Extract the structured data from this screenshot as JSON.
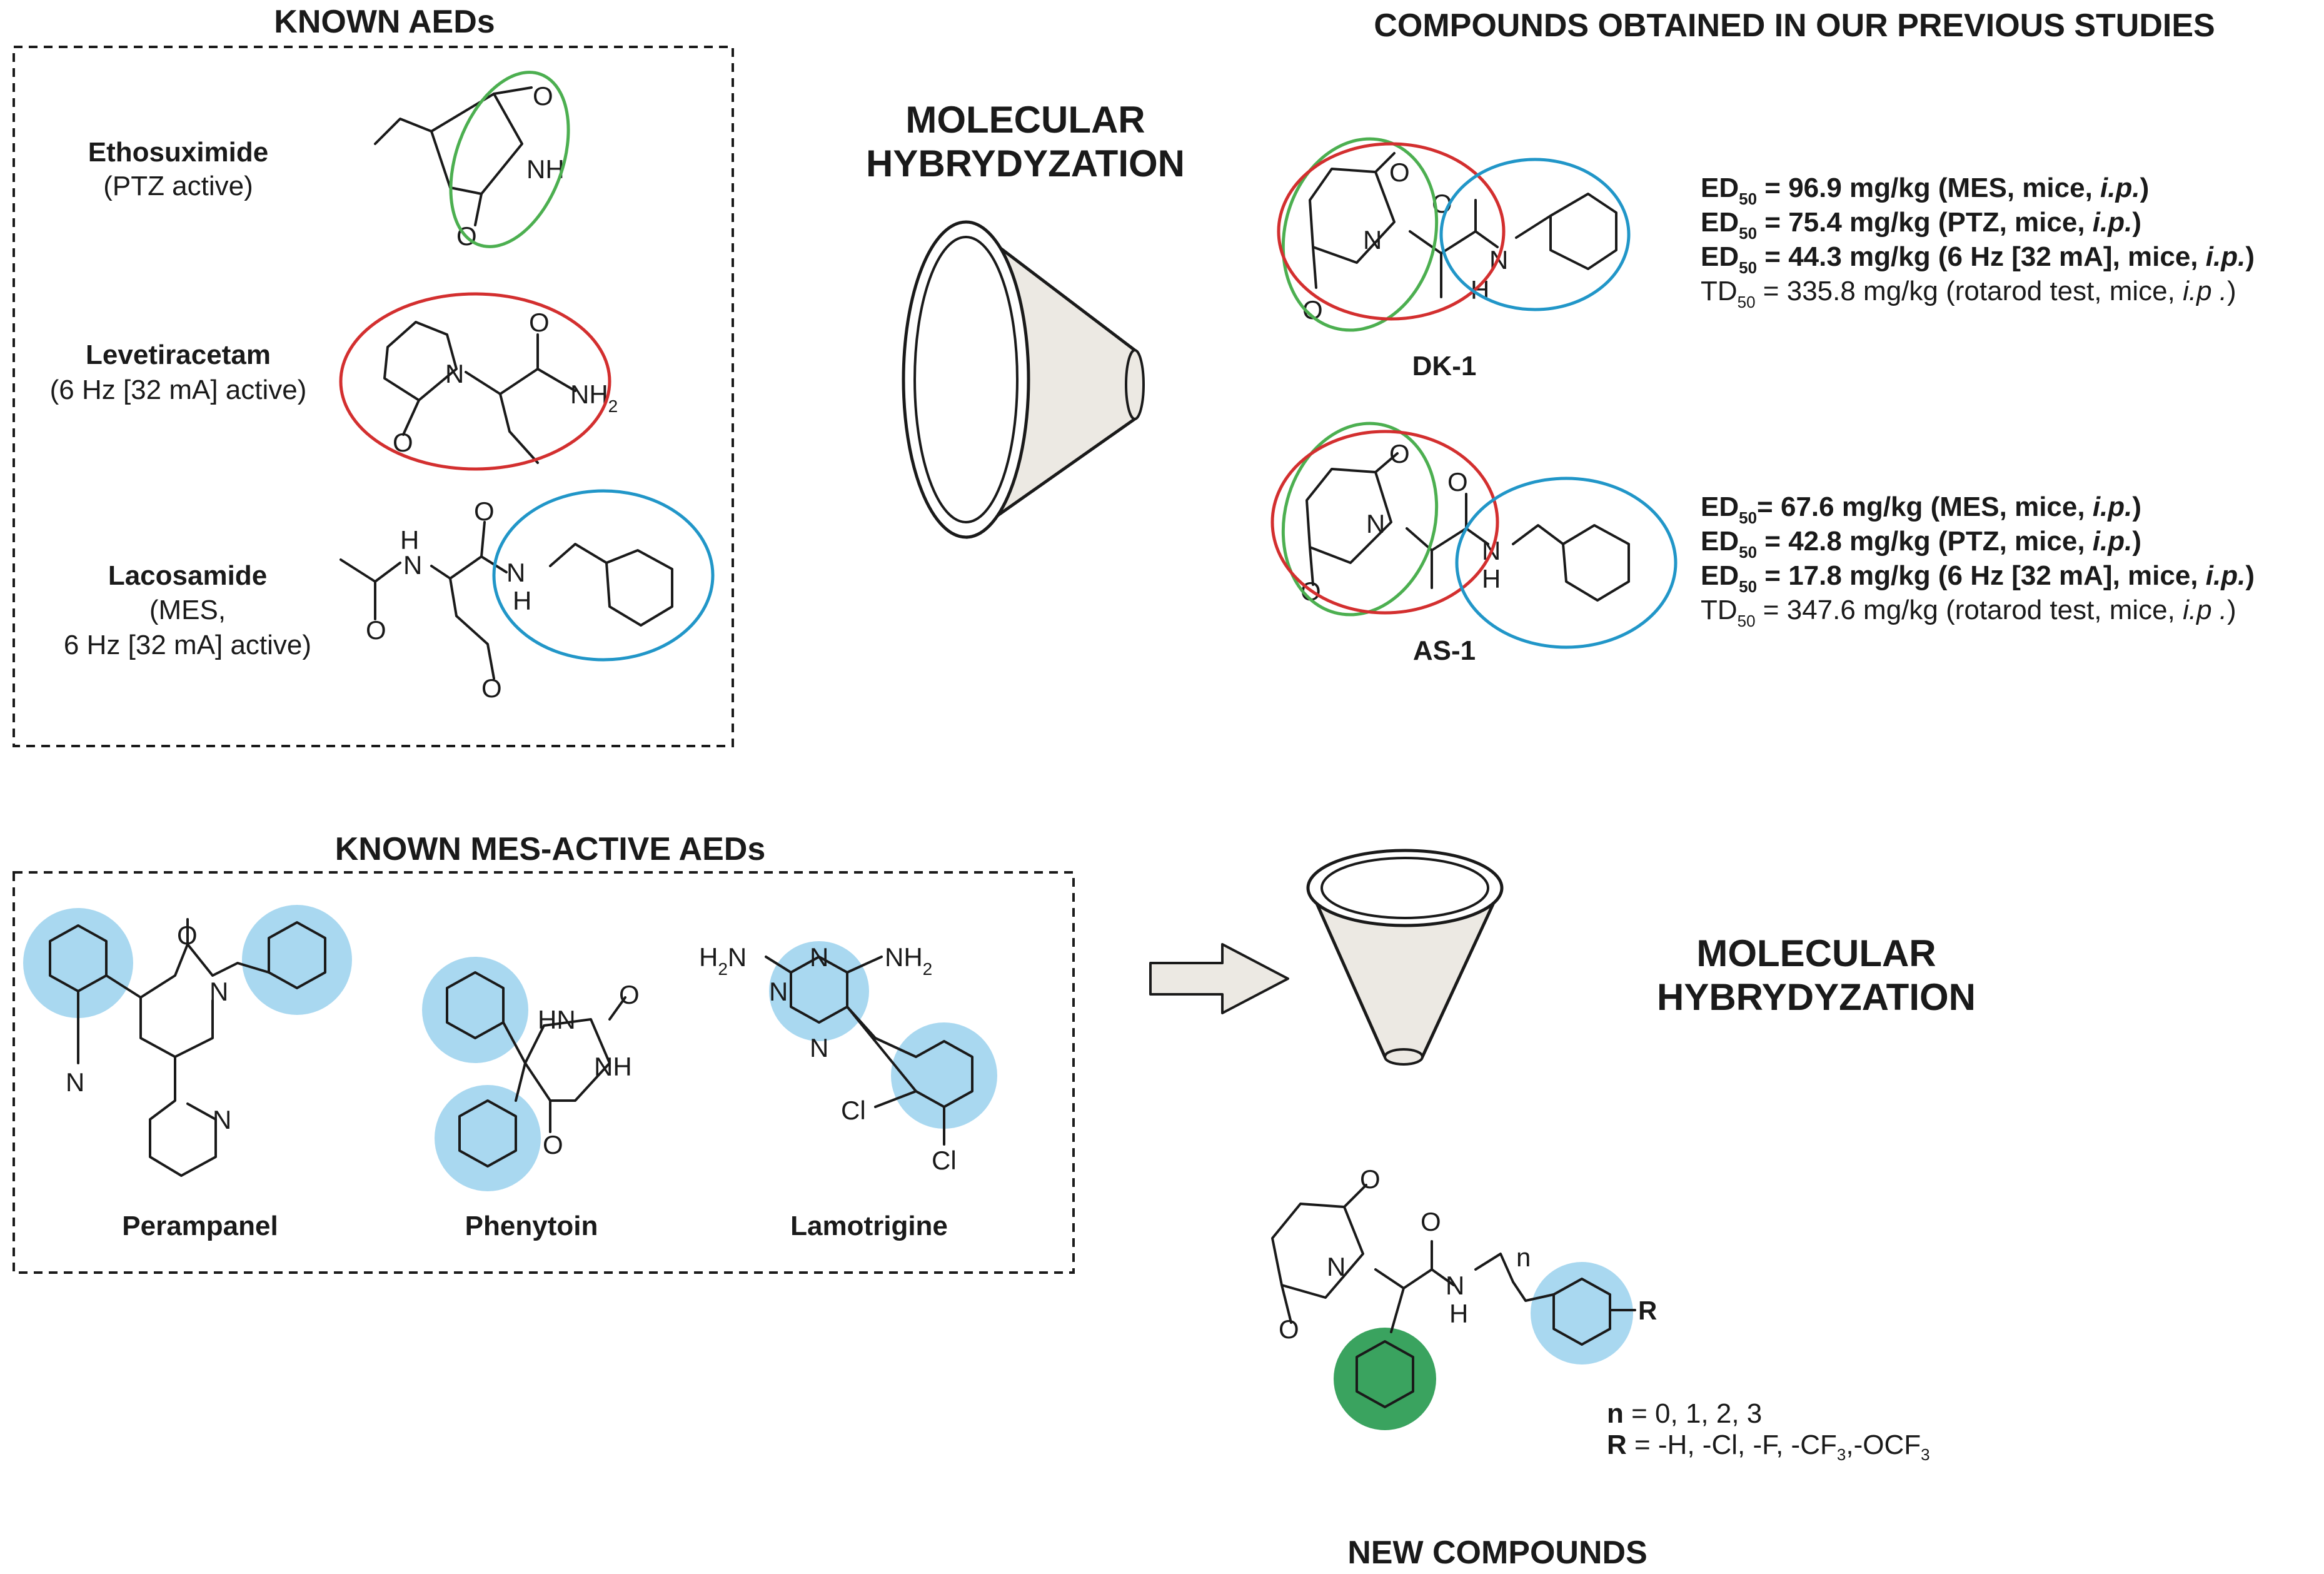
{
  "known_aeds": {
    "title": "KNOWN AEDs",
    "drugs": [
      {
        "name": "Ethosuximide",
        "activity": "(PTZ active)"
      },
      {
        "name": "Levetiracetam",
        "activity": "(6 Hz [32 mA] active)"
      },
      {
        "name": "Lacosamide",
        "activity_line1": "(MES,",
        "activity_line2": "6 Hz [32 mA] active)"
      }
    ]
  },
  "hybridization_top": {
    "line1": "MOLECULAR",
    "line2": "HYBRYDYZATION"
  },
  "previous": {
    "title": "COMPOUNDS OBTAINED IN OUR PREVIOUS STUDIES",
    "compounds": [
      {
        "name": "DK-1",
        "results": [
          {
            "label": "ED",
            "sub": "50",
            "text": " = 96.9 mg/kg (MES, mice, ",
            "ital": "i.p.",
            "end": ")"
          },
          {
            "label": "ED",
            "sub": "50",
            "text": " = 75.4 mg/kg (PTZ, mice, ",
            "ital": "i.p.",
            "end": ")"
          },
          {
            "label": "ED",
            "sub": "50",
            "text": " = 44.3 mg/kg (6 Hz [32 mA], mice, ",
            "ital": "i.p.",
            "end": ")"
          },
          {
            "label": "TD",
            "sub": "50",
            "text": " = 335.8 mg/kg (rotarod test, mice, ",
            "ital": "i.p .",
            "end": ")"
          }
        ]
      },
      {
        "name": "AS-1",
        "results": [
          {
            "label": "ED",
            "sub": "50",
            "text": "= 67.6 mg/kg (MES, mice, ",
            "ital": "i.p.",
            "end": ")"
          },
          {
            "label": "ED",
            "sub": "50",
            "text": " = 42.8 mg/kg (PTZ, mice, ",
            "ital": "i.p.",
            "end": ")"
          },
          {
            "label": "ED",
            "sub": "50",
            "text": " = 17.8 mg/kg (6 Hz [32 mA], mice, ",
            "ital": "i.p.",
            "end": ")"
          },
          {
            "label": "TD",
            "sub": "50",
            "text": " = 347.6 mg/kg (rotarod test, mice, ",
            "ital": "i.p .",
            "end": ")"
          }
        ]
      }
    ]
  },
  "mes_active": {
    "title": "KNOWN MES-ACTIVE AEDs",
    "drugs": [
      {
        "name": "Perampanel"
      },
      {
        "name": "Phenytoin"
      },
      {
        "name": "Lamotrigine"
      }
    ]
  },
  "hybridization_bottom": {
    "line1": "MOLECULAR",
    "line2": "HYBRYDYZATION"
  },
  "new_compounds": {
    "title": "NEW COMPOUNDS",
    "n_label": "n",
    "n_values": " = 0, 1, 2, 3",
    "r_label": "R",
    "r_values": " = -H, -Cl, -F, -CF",
    "r_values_end": ",-OCF",
    "sub3": "3"
  },
  "atoms": {
    "O": "O",
    "N": "N",
    "NH": "NH",
    "H": "H",
    "HN": "HN",
    "NH2": "NH",
    "sub2": "2",
    "H2N": "H",
    "N_small": "N",
    "Cl": "Cl",
    "R": "R",
    "n": "n"
  },
  "colors": {
    "green": "#4caf50",
    "red": "#d32f2f",
    "blue": "#2196c8",
    "highlight": "#a9d8f0",
    "green_fill": "#3aa35f"
  }
}
